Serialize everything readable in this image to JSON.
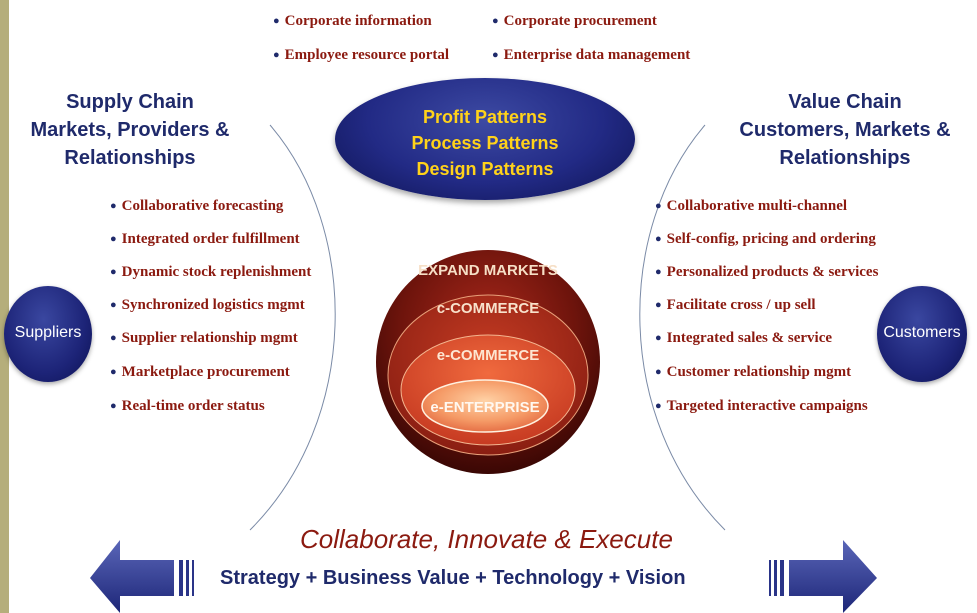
{
  "top_bullets": {
    "left": [
      "Corporate information",
      "Employee resource portal"
    ],
    "right": [
      "Corporate procurement",
      "Enterprise data management"
    ]
  },
  "supply_chain": {
    "title_lines": [
      "Supply Chain",
      "Markets, Providers &",
      "Relationships"
    ],
    "bullets": [
      "Collaborative forecasting",
      "Integrated order fulfillment",
      "Dynamic stock replenishment",
      "Synchronized logistics mgmt",
      "Supplier relationship mgmt",
      "Marketplace procurement",
      "Real-time order status"
    ],
    "node_label": "Suppliers"
  },
  "value_chain": {
    "title_lines": [
      "Value Chain",
      "Customers, Markets &",
      "Relationships"
    ],
    "bullets": [
      "Collaborative multi-channel",
      "Self-config, pricing and ordering",
      "Personalized products & services",
      "Facilitate cross / up sell",
      "Integrated sales & service",
      "Customer relationship mgmt",
      "Targeted interactive campaigns"
    ],
    "node_label": "Customers"
  },
  "patterns": [
    "Profit Patterns",
    "Process Patterns",
    "Design Patterns"
  ],
  "layers": [
    "EXPAND MARKETS",
    "c-COMMERCE",
    "e-COMMERCE",
    "e-ENTERPRISE"
  ],
  "footer": {
    "title": "Collaborate, Innovate & Execute",
    "subtitle": "Strategy + Business Value + Technology + Vision"
  },
  "colors": {
    "navy": "#1f2a6b",
    "maroon": "#8b1a10",
    "pattern_text": "#ffd21a",
    "frame": "#b5ae7b"
  }
}
